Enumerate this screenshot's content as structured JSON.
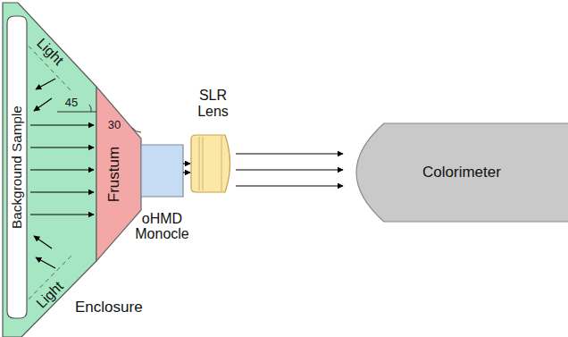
{
  "diagram": {
    "nodes": [
      {
        "text": [
          "Enclosure"
        ]
      },
      {
        "text": [
          "Background Sample"
        ],
        "in": 0
      },
      {
        "text": [
          "Frustum"
        ]
      },
      {
        "text": [
          "oHMD Monocle"
        ]
      },
      {
        "text": [
          "SLR Lens"
        ]
      },
      {
        "text": [
          "Colorimeter"
        ]
      }
    ],
    "edges": [
      {
        "from": 1,
        "to": 2,
        "arrow": "to"
      },
      {
        "from": 1,
        "to": 2,
        "arrow": "to"
      },
      {
        "from": 1,
        "to": 2,
        "arrow": "to"
      },
      {
        "from": 1,
        "to": 2,
        "arrow": "to"
      },
      {
        "from": 1,
        "to": 2,
        "arrow": "to"
      },
      {
        "from": 3,
        "to": 4,
        "arrow": "to"
      },
      {
        "from": 3,
        "to": 4,
        "arrow": "to"
      },
      {
        "from": 4,
        "to": 5,
        "arrow": "to"
      },
      {
        "from": 4,
        "to": 5,
        "arrow": "to"
      },
      {
        "from": 4,
        "to": 5,
        "arrow": "to"
      }
    ],
    "labels": [
      "Light",
      "Light",
      "45",
      "30"
    ]
  }
}
